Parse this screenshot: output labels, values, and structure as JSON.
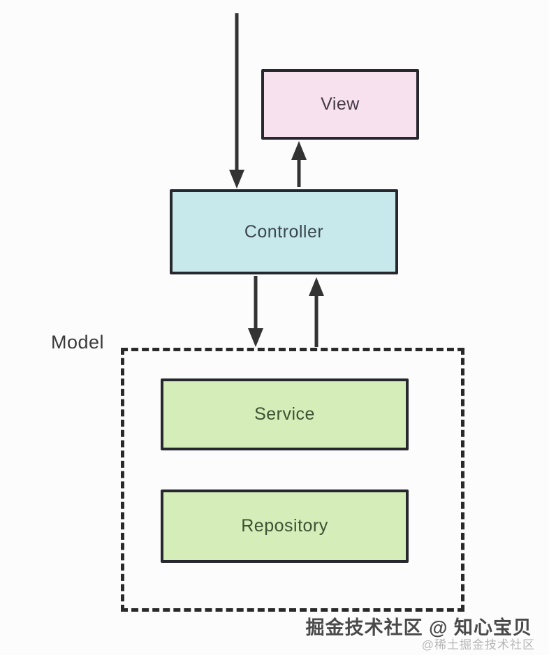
{
  "page": {
    "background": "#fcfcfc"
  },
  "diagram": {
    "type": "architecture-flow",
    "model_group": {
      "label": "Model"
    },
    "nodes": {
      "view": {
        "label": "View",
        "fill": "#f7e1ef",
        "text_color": "#433a46"
      },
      "controller": {
        "label": "Controller",
        "fill": "#c7e9ec",
        "text_color": "#3a474e"
      },
      "service": {
        "label": "Service",
        "fill": "#d5edb9",
        "text_color": "#3d5233"
      },
      "repository": {
        "label": "Repository",
        "fill": "#d5edb9",
        "text_color": "#3d5233"
      }
    },
    "edges": [
      {
        "name": "incoming-request-to-controller",
        "direction": "down"
      },
      {
        "name": "controller-to-view",
        "direction": "up"
      },
      {
        "name": "controller-to-model",
        "direction": "down"
      },
      {
        "name": "model-to-controller",
        "direction": "up"
      }
    ],
    "colors": {
      "node_border": "#26282d",
      "arrow": "#333333",
      "dashed_border": "#2a2a2a",
      "model_label_color": "#3a3a3a"
    }
  },
  "watermark": {
    "main": "掘金技术社区 @ 知心宝贝",
    "sub": "@稀土掘金技术社区",
    "main_color": "#4a4a4a",
    "sub_color": "#b5b5b5"
  }
}
